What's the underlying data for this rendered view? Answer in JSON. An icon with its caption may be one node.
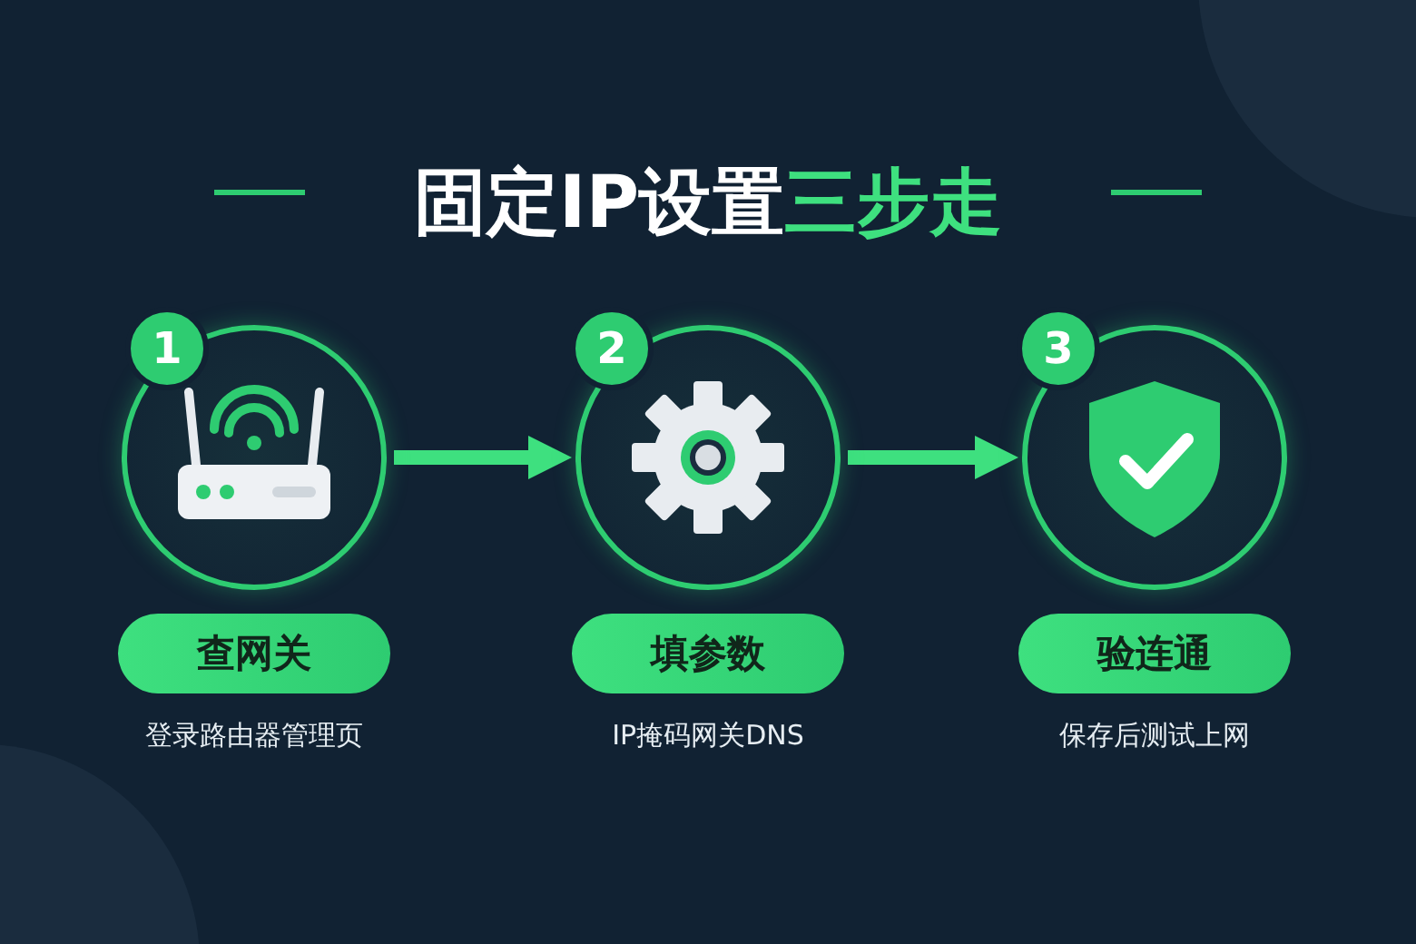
{
  "diagram": {
    "title": "固定IP设置三步走",
    "nodes": [
      {
        "text": [
          "1"
        ]
      },
      {
        "text": [],
        "shape": "circle"
      },
      {
        "text": [
          "查网关"
        ],
        "beside": [
          "登录路由器管理页"
        ]
      },
      {
        "text": [
          "2"
        ]
      },
      {
        "text": [],
        "shape": "circle"
      },
      {
        "text": [
          "填参数"
        ],
        "beside": [
          "IP掩码网关DNS"
        ]
      },
      {
        "text": [
          "3"
        ]
      },
      {
        "text": [],
        "shape": "circle"
      },
      {
        "text": [
          "验连通"
        ],
        "beside": [
          "保存后测试上网"
        ]
      }
    ],
    "edges": [
      {
        "from": 1,
        "to": 4,
        "arrow": "to"
      },
      {
        "from": 4,
        "to": 7,
        "arrow": "to"
      }
    ]
  }
}
